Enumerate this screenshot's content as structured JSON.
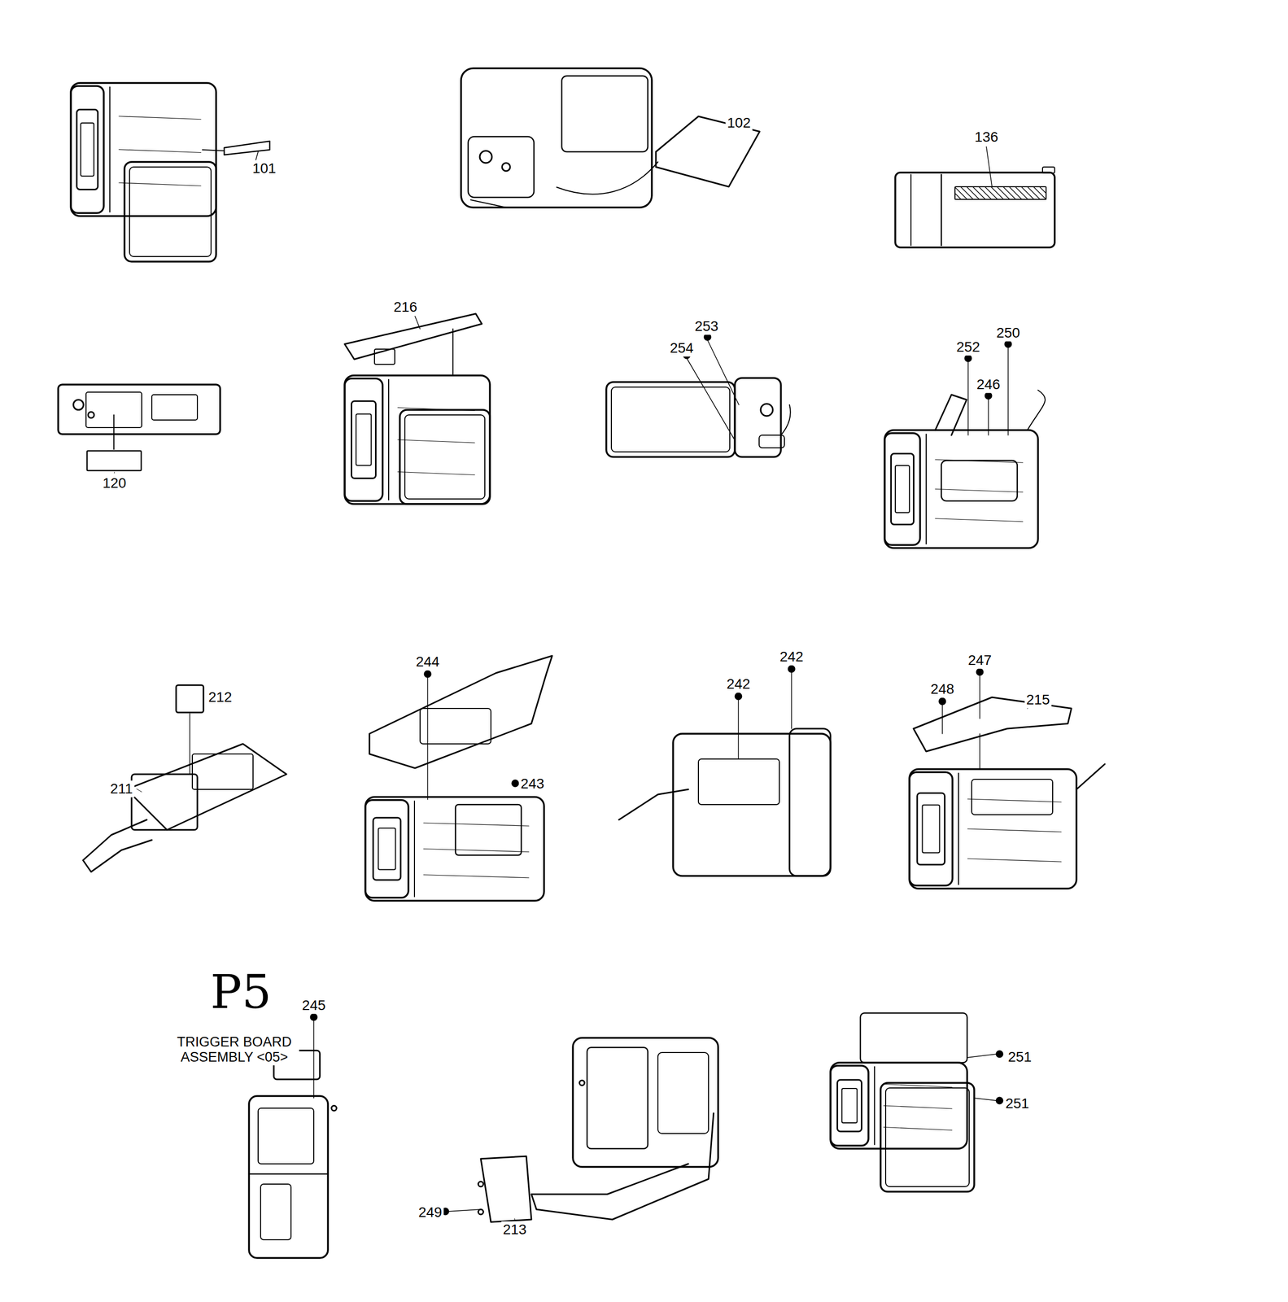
{
  "diagram": {
    "labels": [
      "101",
      "102",
      "136",
      "120",
      "216",
      "253",
      "254",
      "252",
      "250",
      "246",
      "212",
      "211",
      "244",
      "243",
      "242",
      "242",
      "247",
      "248",
      "215",
      "P5",
      "TRIGGER BOARD ASSEMBLY <05>",
      "245",
      "249",
      "213",
      "251",
      "251"
    ]
  }
}
